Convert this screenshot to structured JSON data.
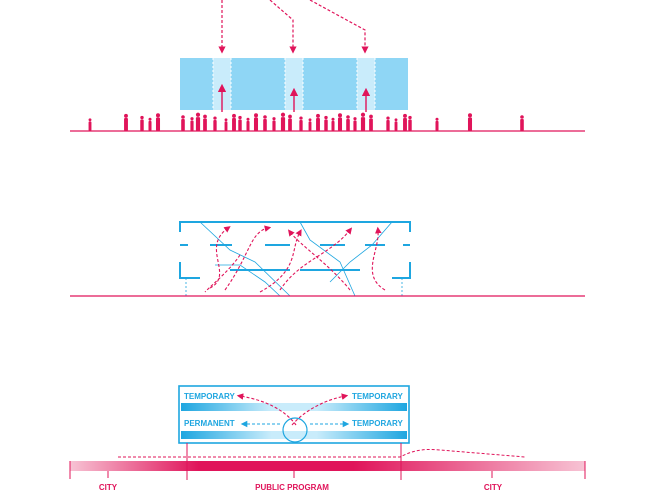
{
  "colors": {
    "magenta": "#e0145a",
    "cyan": "#1ea6e0",
    "light_cyan": "#8fd6f5",
    "pale_cyan": "#c9ecfb"
  },
  "section3": {
    "zones": [
      "TEMPORARY",
      "TEMPORARY",
      "PERMANENT",
      "TEMPORARY"
    ]
  },
  "axis": {
    "labels": [
      "CITY",
      "PUBLIC PROGRAM",
      "CITY"
    ]
  },
  "icons": {
    "people": "people-silhouette-icon",
    "arrows": "arrow-icon"
  }
}
